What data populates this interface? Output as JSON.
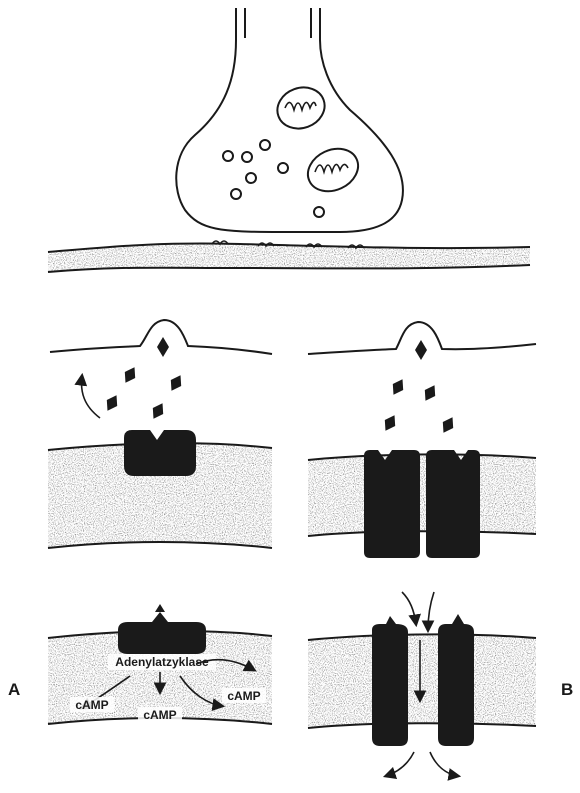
{
  "labels": {
    "panel_a": "A",
    "panel_b": "B",
    "enzyme": "Adenylatzyklase",
    "second_messenger_left": "cAMP",
    "second_messenger_center": "cAMP",
    "second_messenger_right": "cAMP"
  },
  "colors": {
    "ink": "#1a1a1a",
    "membrane_fill": "#ececec",
    "paper": "#ffffff"
  }
}
